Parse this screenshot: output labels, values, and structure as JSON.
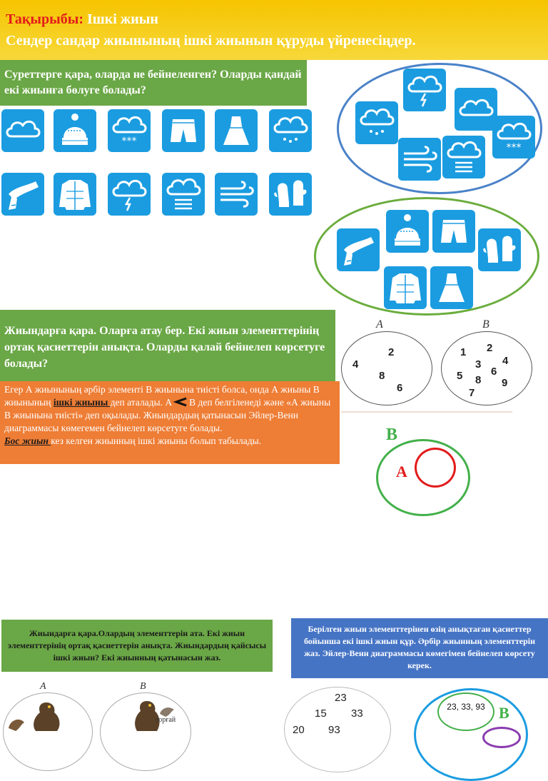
{
  "header": {
    "topic_label": "Тақырыбы:",
    "topic_value": " Ішкі жиын",
    "subtitle": "Сендер сандар жиынының ішкі жиынын құруды үйренесіңдер."
  },
  "task1": {
    "text": "Суреттерге қара, оларда не бейнеленген? Оларды қандай екі жиынға бөлуге болады?"
  },
  "icons": {
    "row1": [
      "cloud-icon",
      "winter-hat-icon",
      "snow-cloud-icon",
      "shorts-icon",
      "dress-icon",
      "rain-cloud-icon"
    ],
    "row2": [
      "scarf-icon",
      "jacket-icon",
      "storm-cloud-icon",
      "fog-cloud-icon",
      "wind-icon",
      "mittens-icon"
    ],
    "weather_set": [
      "storm-cloud-icon",
      "cloud-icon",
      "rain-cloud-icon",
      "snow-cloud-icon",
      "wind-icon",
      "fog-cloud-icon"
    ],
    "clothes_set": [
      "scarf-icon",
      "winter-hat-icon",
      "shorts-icon",
      "mittens-icon",
      "jacket-icon",
      "dress-icon"
    ]
  },
  "task2": {
    "text": "Жиындарға қара. Оларға атау бер. Екі жиын элементтерінің ортақ қасиеттерін анықта. Оларды қалай бейнелеп көрсетуге болады?"
  },
  "sets": {
    "a_label": "A",
    "b_label": "B",
    "a_values": [
      "2",
      "4",
      "8",
      "6"
    ],
    "b_values": [
      "1",
      "2",
      "3",
      "4",
      "6",
      "5",
      "8",
      "9",
      "7"
    ]
  },
  "definition": {
    "part1": "Егер А жиынының   әрбір элементі В жиынына тиісті болса, онда А жиыны В жиынының ",
    "term1": "ішкі жиыны ",
    "part2": " деп аталады. А",
    "part3": "В деп белгіленеді және «А жиыны В жиынына тиісті» деп оқылады. Жиындардың қатынасын  Эйлер-Венн диаграммасы көмегемен бейнелеп көрсетуге болады.",
    "term2": "Бос жиын ",
    "part4": " кез келген жиынның ішкі жиыны болып табылады."
  },
  "venn": {
    "outer_label": "B",
    "inner_label": "A"
  },
  "task3": {
    "text": "Жиындарға қара.Олардың элементтерін ата. Екі жиын элементтерінің ортақ қасиеттерін анықта. Жиындардың қайсысы ішкі жиын? Екі жиынның қатынасын жаз."
  },
  "task4": {
    "text": "Берілген жиын элементтерінен өзің анықтаған қасиеттер бойынша екі ішкі жиын құр. Әрбір жиынның элементтерін жаз. Эйлер-Венн диаграммасы көмегімен бейнелеп көрсету керек."
  },
  "bottom": {
    "a_label": "A",
    "b_label": "B",
    "bird_caption": "торғай",
    "number_set": [
      "23",
      "15",
      "33",
      "20",
      "93"
    ],
    "inner_numbers": "23, 33, 93",
    "b_circle_label": "B"
  },
  "colors": {
    "header": "#f6c400",
    "green": "#6aa746",
    "orange": "#ee7d35",
    "blue": "#4674c5",
    "tile": "#1b9ce0"
  }
}
